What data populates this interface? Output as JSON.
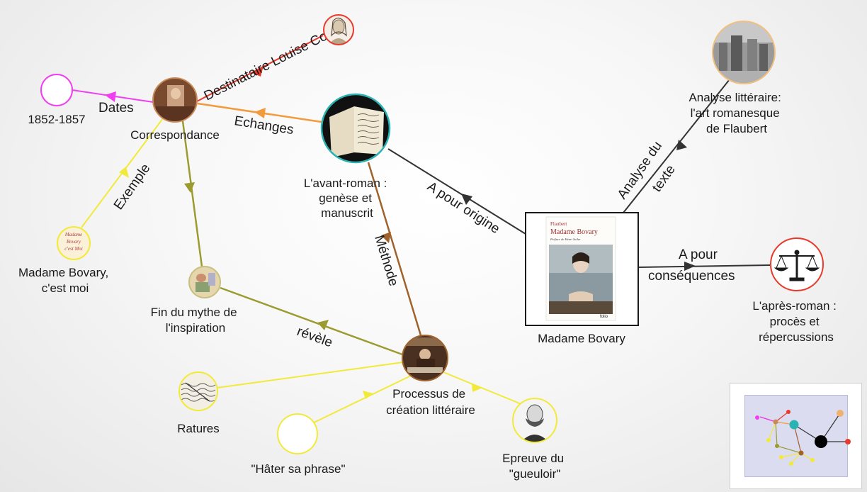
{
  "nodes": {
    "louise_colet": {
      "label": ""
    },
    "dates": {
      "label": "1852-1857"
    },
    "correspondance": {
      "label": "Correspondance"
    },
    "avant_roman": {
      "label_lines": [
        "L'avant-roman :",
        "genèse et",
        "manuscrit"
      ]
    },
    "madame_bovary_cest_moi": {
      "label_lines": [
        "Madame Bovary,",
        "c'est moi"
      ]
    },
    "fin_mythe": {
      "label_lines": [
        "Fin du mythe de",
        "l'inspiration"
      ]
    },
    "processus": {
      "label_lines": [
        "Processus de",
        "création littéraire"
      ]
    },
    "ratures": {
      "label": "Ratures"
    },
    "hater_phrase": {
      "label": "\"Hâter sa phrase\""
    },
    "gueuloir": {
      "label_lines": [
        "Epreuve du",
        "\"gueuloir\""
      ]
    },
    "madame_bovary": {
      "label": "Madame Bovary"
    },
    "analyse": {
      "label_lines": [
        "Analyse littéraire:",
        "l'art romanesque",
        "de Flaubert"
      ]
    },
    "apres_roman": {
      "label_lines": [
        "L'après-roman :",
        "procès et",
        "répercussions"
      ]
    }
  },
  "book": {
    "author": "Flaubert",
    "title": "Madame Bovary",
    "preface": "Préface de Henri Seiler",
    "publisher": "folio"
  },
  "edges": {
    "destinataire": "Destinataire Louise Colet",
    "dates": "Dates",
    "echanges": "Echanges",
    "exemple": "Exemple",
    "methode": "Méthode",
    "a_pour_origine": "A pour origine",
    "analyse_du_texte_1": "Analyse du",
    "analyse_du_texte_2": "texte",
    "a_pour_consequences_1": "A pour",
    "a_pour_consequences_2": "conséquences",
    "revele": "révèle"
  },
  "colors": {
    "red": "#e8392b",
    "magenta": "#f03ef0",
    "orange": "#f39a3c",
    "yellow": "#f2ea3a",
    "olive": "#9b9b2f",
    "brown": "#a0622d",
    "teal": "#2bb3b3",
    "dark": "#333333"
  }
}
